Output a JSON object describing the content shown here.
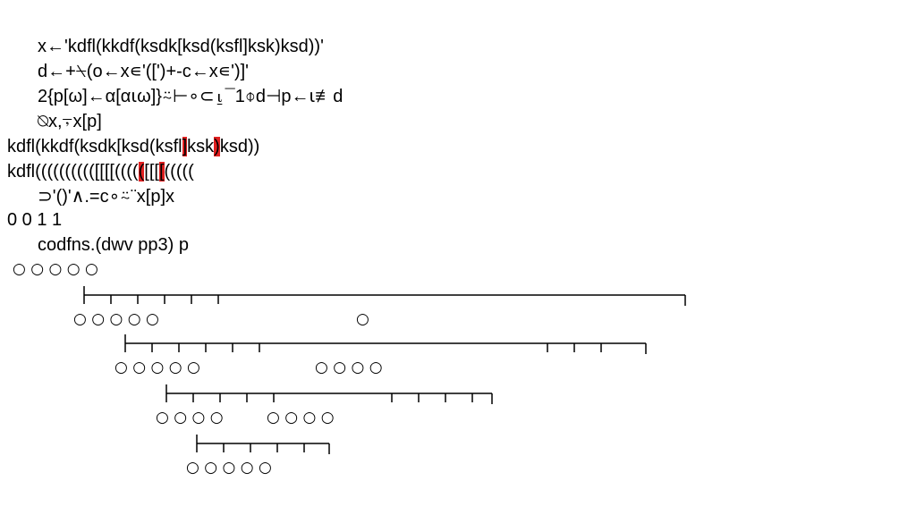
{
  "lines": {
    "l1": "x←'kdfl(kkdf(ksdk[ksd(ksfl]ksk)ksd))'",
    "l2": "d←+⍀(o←x∊'([')+-c←x∊')]'",
    "l3": "2{p[ω]←α[α⍳ω]}⍨⊢∘⊂⍸¯1⌽d⊣p←⍳≢d",
    "l4": "⍉x,⍪x[p]",
    "l5a": "kdfl(kkdf(ksdk[ksd(ksfl",
    "l5h1": "]",
    "l5b": "ksk",
    "l5h2": ")",
    "l5c": "ksd))",
    "l6a": "kdfl(((((((((([[[[((((",
    "l6h1": "(",
    "l6b": "[[[",
    "l6h2": "[",
    "l6c": "(((((",
    "l7": "⊃'()'∧.=c∘⍨¨x[p]x",
    "l8": "0 0 1 1",
    "l9": "codfns.(dwv pp3) p"
  },
  "circles": {
    "r1": "○ ○ ○ ○ ○",
    "r2": "○ ○ ○ ○ ○",
    "r2b": "○",
    "r3": "○ ○ ○ ○ ○",
    "r3b": "○ ○ ○ ○",
    "r4": "○ ○ ○ ○",
    "r4b": "○ ○ ○ ○",
    "r5": "○ ○ ○ ○ ○"
  },
  "colors": {
    "highlight": "#e02020",
    "text": "#000000"
  }
}
